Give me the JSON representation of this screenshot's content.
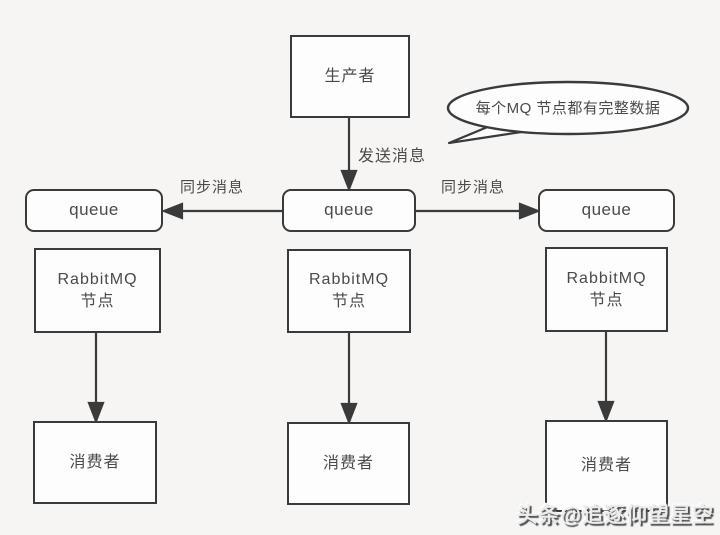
{
  "diagram": {
    "producer_label": "生产者",
    "send_label": "发送消息",
    "sync_labels": [
      "同步消息",
      "同步消息"
    ],
    "callout": "每个MQ 节点都有完整数据",
    "queues": [
      "queue",
      "queue",
      "queue"
    ],
    "nodes": [
      {
        "line1": "RabbitMQ",
        "line2": "节点"
      },
      {
        "line1": "RabbitMQ",
        "line2": "节点"
      },
      {
        "line1": "RabbitMQ",
        "line2": "节点"
      }
    ],
    "consumers": [
      "消费者",
      "消费者",
      "消费者"
    ],
    "watermark": "头条@追逐仰望星空",
    "colors": {
      "background": "#f6f5f3",
      "box_fill": "#fdfdfd",
      "line": "#3a3a3a",
      "text": "#4a4a4a"
    }
  }
}
